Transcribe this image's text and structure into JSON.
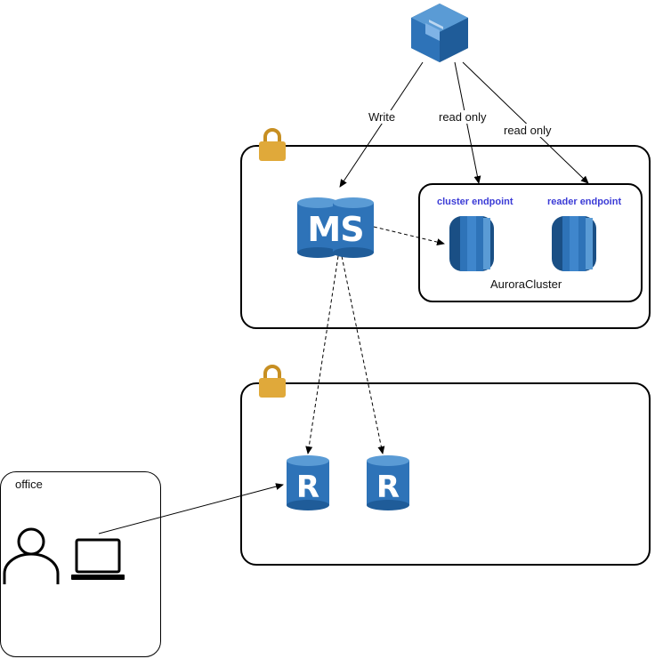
{
  "edges": {
    "write": "Write",
    "read_only_1": "read only",
    "read_only_2": "read only"
  },
  "aurora": {
    "cluster_endpoint": "cluster endpoint",
    "reader_endpoint": "reader endpoint",
    "cluster_name": "AuroraCluster"
  },
  "db": {
    "master_slave": "MS",
    "replica_1": "R",
    "replica_2": "R"
  },
  "office": {
    "label": "office"
  },
  "colors": {
    "aws_blue": "#2e73b8",
    "aws_dark_blue": "#1a4f85",
    "lock_gold": "#d9a43a",
    "endpoint_text": "#3b3bd6"
  },
  "icons": [
    "cube-icon",
    "lock-icon",
    "database-ms-icon",
    "aurora-icon",
    "database-r-icon",
    "user-icon",
    "laptop-icon"
  ]
}
